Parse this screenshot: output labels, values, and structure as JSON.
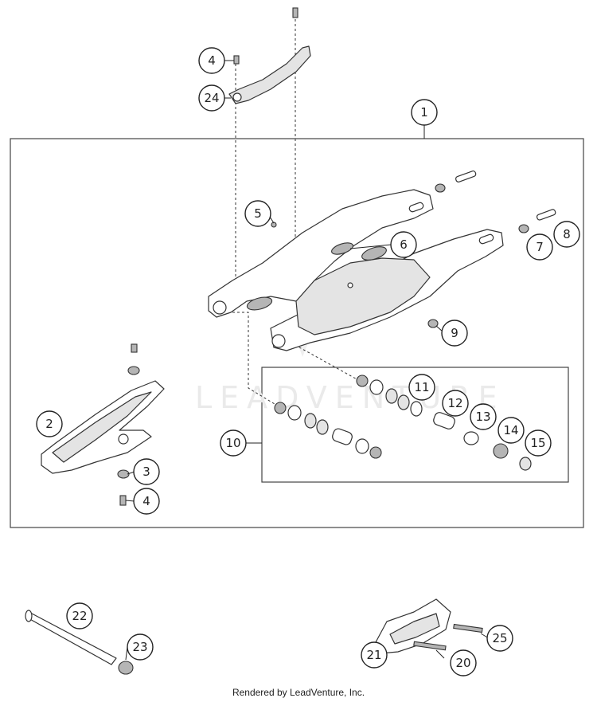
{
  "callouts": [
    "1",
    "2",
    "3",
    "4",
    "4",
    "5",
    "6",
    "7",
    "8",
    "9",
    "10",
    "11",
    "12",
    "13",
    "14",
    "15",
    "20",
    "21",
    "22",
    "23",
    "24",
    "25"
  ],
  "watermark": "LEADVENTURE",
  "footer": {
    "credit": "Rendered by LeadVenture, Inc."
  }
}
